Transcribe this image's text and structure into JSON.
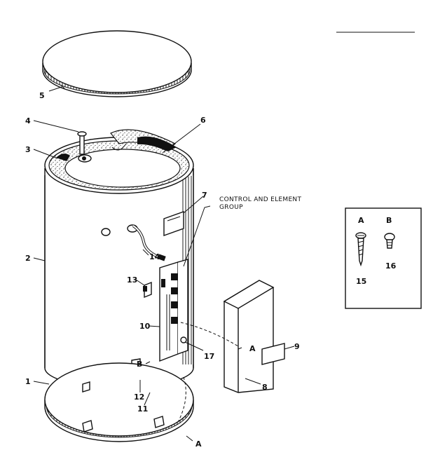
{
  "labels": {
    "c1": "1",
    "c2": "2",
    "c3": "3",
    "c4": "4",
    "c5": "5",
    "c6": "6",
    "c7": "7",
    "c8": "8",
    "c9": "9",
    "c10": "10",
    "c11": "11",
    "c12": "12",
    "c13": "13",
    "c14": "14",
    "c15": "15",
    "c16": "16",
    "c17": "17",
    "a_bottom": "A",
    "a_panel": "A",
    "b_bracket": "B",
    "inset_a": "A",
    "inset_b": "B"
  },
  "group_label": {
    "line1": "CONTROL AND ELEMENT",
    "line2": "GROUP"
  },
  "colors": {
    "ink": "#111111",
    "paper": "#ffffff"
  }
}
